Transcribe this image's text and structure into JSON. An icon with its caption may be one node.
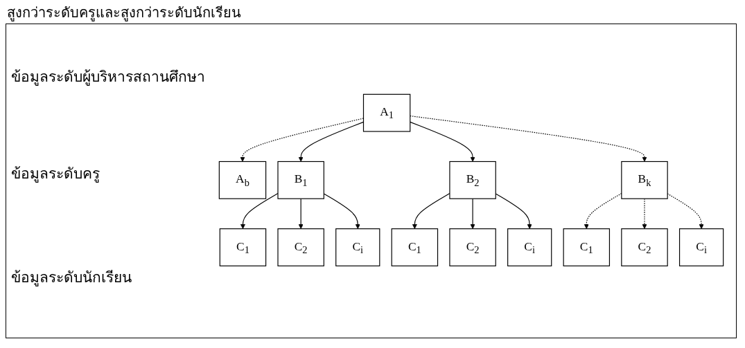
{
  "diagram": {
    "nodes": [
      {
        "text": [
          "A$_{1}$"
        ]
      },
      {
        "text": [
          "A$_{b}$"
        ]
      },
      {
        "text": [
          "B$_{1}$"
        ]
      },
      {
        "text": [
          "B$_{2}$"
        ]
      },
      {
        "text": [
          "B$_{k}$"
        ]
      },
      {
        "text": [
          "C$_{1}$"
        ]
      },
      {
        "text": [
          "C$_{2}$"
        ]
      },
      {
        "text": [
          "C$_{i}$"
        ]
      },
      {
        "text": [
          "C$_{1}$"
        ]
      },
      {
        "text": [
          "C$_{2}$"
        ]
      },
      {
        "text": [
          "C$_{i}$"
        ]
      },
      {
        "text": [
          "C$_{1}$"
        ]
      },
      {
        "text": [
          "C$_{2}$"
        ]
      },
      {
        "text": [
          "C$_{i}$"
        ]
      }
    ],
    "edges": [
      {
        "from": 0,
        "to": 1,
        "arrow": "to",
        "style": "dashed"
      },
      {
        "from": 0,
        "to": 2,
        "arrow": "to"
      },
      {
        "from": 0,
        "to": 3,
        "arrow": "to"
      },
      {
        "from": 0,
        "to": 4,
        "arrow": "to",
        "style": "dashed"
      },
      {
        "from": 2,
        "to": 5,
        "arrow": "to"
      },
      {
        "from": 2,
        "to": 6,
        "arrow": "to"
      },
      {
        "from": 2,
        "to": 7,
        "arrow": "to"
      },
      {
        "from": 3,
        "to": 8,
        "arrow": "to"
      },
      {
        "from": 3,
        "to": 9,
        "arrow": "to"
      },
      {
        "from": 3,
        "to": 10,
        "arrow": "to"
      },
      {
        "from": 4,
        "to": 11,
        "arrow": "to",
        "style": "dashed"
      },
      {
        "from": 4,
        "to": 12,
        "arrow": "to",
        "style": "dashed"
      },
      {
        "from": 4,
        "to": 13,
        "arrow": "to",
        "style": "dashed"
      }
    ],
    "labels": [
      "สูงกว่าระดับครูและสูงกว่าระดับนักเรียน",
      "ข้อมูลระดับผู้บริหารสถานศึกษา",
      "ข้อมูลระดับครู",
      "ข้อมูลระดับนักเรียน"
    ]
  }
}
